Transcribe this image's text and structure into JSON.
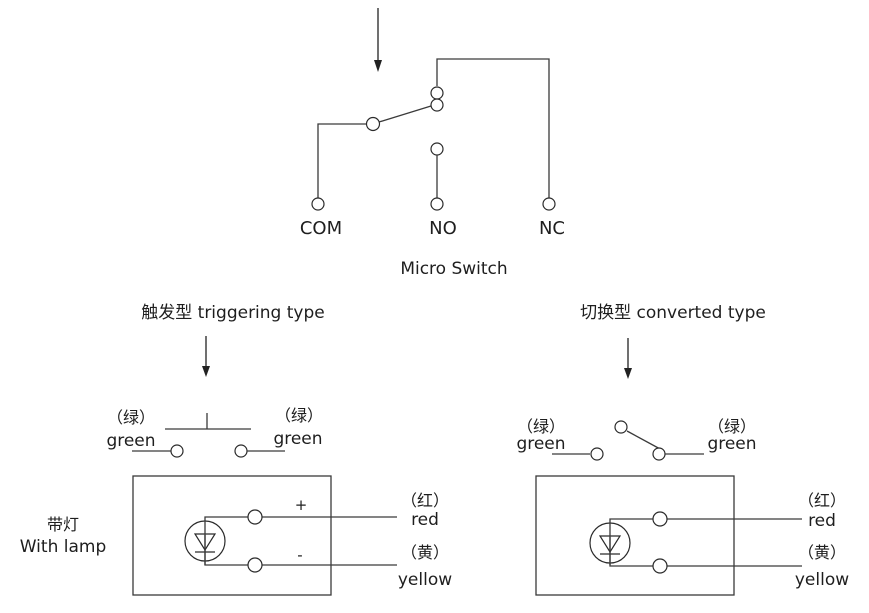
{
  "micro_switch": {
    "title": "Micro Switch",
    "terminals": [
      "COM",
      "NO",
      "NC"
    ]
  },
  "triggering": {
    "title": "触发型 triggering type",
    "left_wire": {
      "cn": "（绿）",
      "en": "green"
    },
    "right_wire": {
      "cn": "（绿）",
      "en": "green"
    }
  },
  "converted": {
    "title": "切换型 converted type",
    "left_wire": {
      "cn": "（绿）",
      "en": "green"
    },
    "right_wire": {
      "cn": "（绿）",
      "en": "green"
    }
  },
  "lamp": {
    "label_cn": "带灯",
    "label_en": "With lamp",
    "plus": "+",
    "minus": "-",
    "red": {
      "cn": "（红）",
      "en": "red"
    },
    "yellow": {
      "cn": "（黄）",
      "en": "yellow"
    }
  },
  "icons": {
    "press_arrow": "arrow-down-icon",
    "lamp_symbol": "led-diode-icon"
  }
}
